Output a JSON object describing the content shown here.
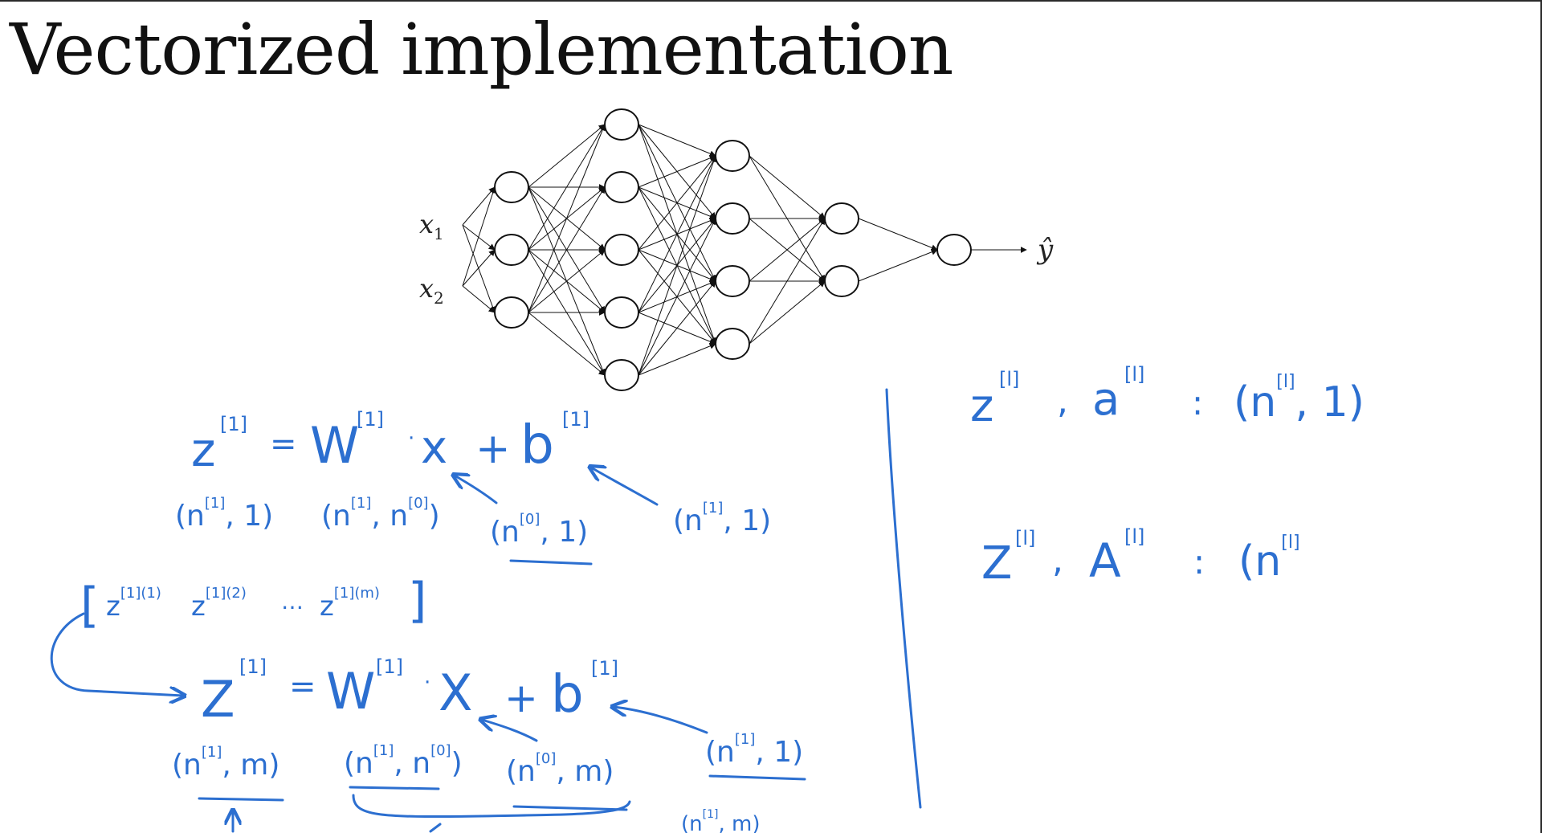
{
  "slide": {
    "title": "Vectorized implementation"
  },
  "network": {
    "inputs": [
      "x",
      "x"
    ],
    "input_subscripts": [
      "1",
      "2"
    ],
    "output": "ŷ",
    "layer_sizes": [
      3,
      5,
      4,
      2,
      1
    ]
  },
  "handwriting": {
    "eq1": {
      "lhs": "z",
      "lhs_sup": "[1]",
      "eq": "=",
      "w": "W",
      "w_sup": "[1]",
      "dot": "·",
      "x": "x",
      "plus": "+",
      "b": "b",
      "b_sup": "[1]"
    },
    "dims1": [
      {
        "n": "(n",
        "sup": "[1]",
        "rest": ", 1)"
      },
      {
        "n": "(n",
        "sup": "[1]",
        "mid": ", n",
        "sup2": "[0]",
        "rest": ")"
      },
      {
        "n": "(n",
        "sup": "[0]",
        "rest": ", 1)"
      },
      {
        "n": "(n",
        "sup": "[1]",
        "rest": ", 1)"
      }
    ],
    "stack": {
      "open": "[",
      "z1": "z",
      "z1_sup": "[1](1)",
      "z2": "z",
      "z2_sup": "[1](2)",
      "dots": "…",
      "zm": "z",
      "zm_sup": "[1](m)",
      "close": "]"
    },
    "eq2": {
      "lhs": "Z",
      "lhs_sup": "[1]",
      "eq": "=",
      "w": "W",
      "w_sup": "[1]",
      "dot": "·",
      "x": "X",
      "plus": "+",
      "b": "b",
      "b_sup": "[1]"
    },
    "dims2": [
      {
        "n": "(n",
        "sup": "[1]",
        "rest": ", m)"
      },
      {
        "n": "(n",
        "sup": "[1]",
        "mid": ", n",
        "sup2": "[0]",
        "rest": ")"
      },
      {
        "n": "(n",
        "sup": "[0]",
        "rest": ", m)"
      },
      {
        "n": "(n",
        "sup": "[1]",
        "rest": ", 1)"
      }
    ],
    "dims_bottom": {
      "n": "(n",
      "sup": "[1]",
      "rest": ", m)"
    },
    "right1": {
      "z": "z",
      "z_sup": "[l]",
      "comma": ",",
      "a": "a",
      "a_sup": "[l]",
      "colon": ":",
      "n": "(n",
      "n_sup": "[l]",
      "rest": ", 1)"
    },
    "right2": {
      "z": "Z",
      "z_sup": "[l]",
      "comma": ",",
      "a": "A",
      "a_sup": "[l]",
      "colon": ":",
      "n": "(n",
      "n_sup": "[l]"
    }
  },
  "colors": {
    "ink": "#2c6fd0",
    "text": "#111111",
    "network": "#111111"
  }
}
